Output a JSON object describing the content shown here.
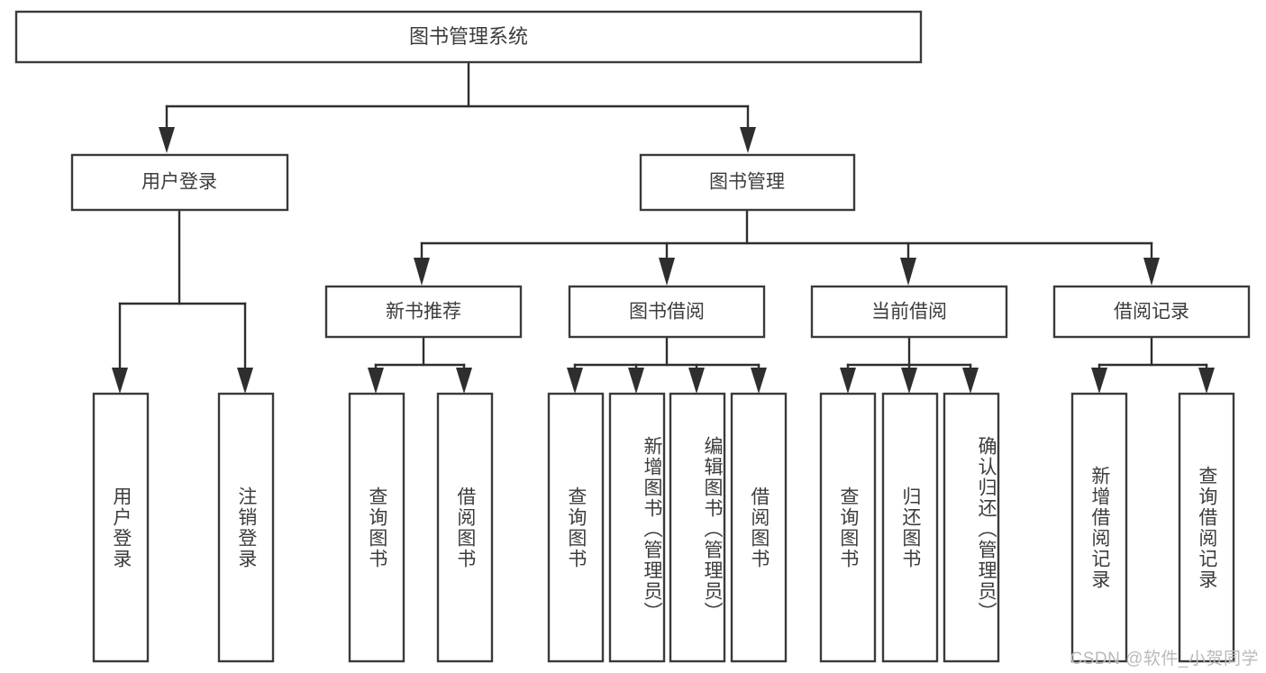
{
  "diagram": {
    "type": "hierarchy-tree",
    "title": "图书管理系统",
    "watermark": "CSDN @软件_小贺同学",
    "levels": {
      "root": "图书管理系统",
      "level1": [
        "用户登录",
        "图书管理"
      ],
      "level2": [
        "新书推荐",
        "图书借阅",
        "当前借阅",
        "借阅记录"
      ]
    },
    "nodes": {
      "root": {
        "label": "图书管理系统"
      },
      "user_login": {
        "label": "用户登录"
      },
      "book_manage": {
        "label": "图书管理"
      },
      "new_book_rec": {
        "label": "新书推荐"
      },
      "book_borrow": {
        "label": "图书借阅"
      },
      "current_borrow": {
        "label": "当前借阅"
      },
      "borrow_record": {
        "label": "借阅记录"
      },
      "leaf_1": {
        "label": "用户登录"
      },
      "leaf_2": {
        "label": "注销登录"
      },
      "leaf_3": {
        "label": "查询图书"
      },
      "leaf_4": {
        "label": "借阅图书"
      },
      "leaf_5": {
        "label": "查询图书"
      },
      "leaf_6": {
        "label": "新增图书（管理员）"
      },
      "leaf_7": {
        "label": "编辑图书（管理员）"
      },
      "leaf_8": {
        "label": "借阅图书"
      },
      "leaf_9": {
        "label": "查询图书"
      },
      "leaf_10": {
        "label": "归还图书"
      },
      "leaf_11": {
        "label": "确认归还（管理员）"
      },
      "leaf_12": {
        "label": "新增借阅记录"
      },
      "leaf_13": {
        "label": "查询借阅记录"
      }
    },
    "edges": [
      {
        "from": "root",
        "to": "user_login"
      },
      {
        "from": "root",
        "to": "book_manage"
      },
      {
        "from": "user_login",
        "to": "leaf_1"
      },
      {
        "from": "user_login",
        "to": "leaf_2"
      },
      {
        "from": "book_manage",
        "to": "new_book_rec"
      },
      {
        "from": "book_manage",
        "to": "book_borrow"
      },
      {
        "from": "book_manage",
        "to": "current_borrow"
      },
      {
        "from": "book_manage",
        "to": "borrow_record"
      },
      {
        "from": "new_book_rec",
        "to": "leaf_3"
      },
      {
        "from": "new_book_rec",
        "to": "leaf_4"
      },
      {
        "from": "book_borrow",
        "to": "leaf_5"
      },
      {
        "from": "book_borrow",
        "to": "leaf_6"
      },
      {
        "from": "book_borrow",
        "to": "leaf_7"
      },
      {
        "from": "book_borrow",
        "to": "leaf_8"
      },
      {
        "from": "current_borrow",
        "to": "leaf_9"
      },
      {
        "from": "current_borrow",
        "to": "leaf_10"
      },
      {
        "from": "current_borrow",
        "to": "leaf_11"
      },
      {
        "from": "borrow_record",
        "to": "leaf_12"
      },
      {
        "from": "borrow_record",
        "to": "leaf_13"
      }
    ],
    "colors": {
      "box_stroke": "#3a3a3a",
      "box_fill": "#ffffff",
      "connector": "#2e2e2e",
      "text": "#3c3c3c",
      "watermark": "#b9b9b9",
      "background": "#ffffff"
    }
  }
}
